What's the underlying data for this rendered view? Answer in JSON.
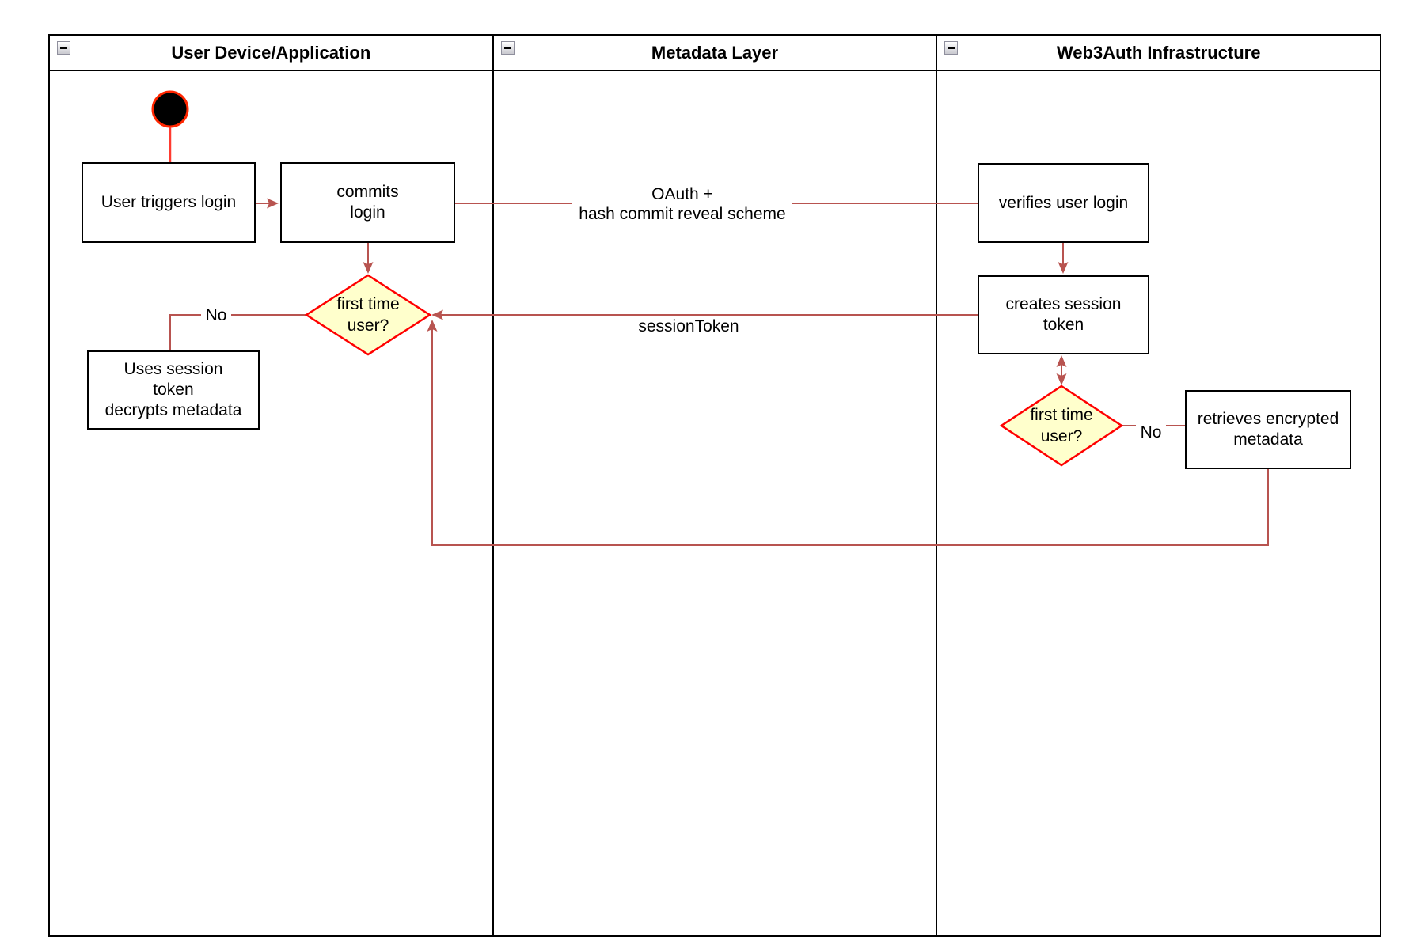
{
  "colors": {
    "connector": "#B85450",
    "decision_border": "#FF0000",
    "decision_fill": "#FFFFCC",
    "start_node_fill": "#000000",
    "start_node_border": "#FF0000",
    "start_edge": "#FF3B30",
    "shape_border": "#000000",
    "shape_fill": "#FFFFFF"
  },
  "lanes": [
    {
      "title": "User Device/Application"
    },
    {
      "title": "Metadata Layer"
    },
    {
      "title": "Web3Auth Infrastructure"
    }
  ],
  "nodes": {
    "user_triggers_login": "User triggers login",
    "commits_login": "commits\nlogin",
    "verifies_user_login": "verifies user login",
    "creates_session_token": "creates session\ntoken",
    "first_time_user_device": "first time\nuser?",
    "uses_session_token": "Uses session\ntoken\ndecrypts metadata",
    "first_time_user_infra": "first time\nuser?",
    "retrieves_encrypted_metadata": "retrieves encrypted\nmetadata"
  },
  "edge_labels": {
    "oauth": "OAuth +\nhash commit reveal scheme",
    "session_token": "sessionToken",
    "no_device": "No",
    "no_infra": "No"
  }
}
